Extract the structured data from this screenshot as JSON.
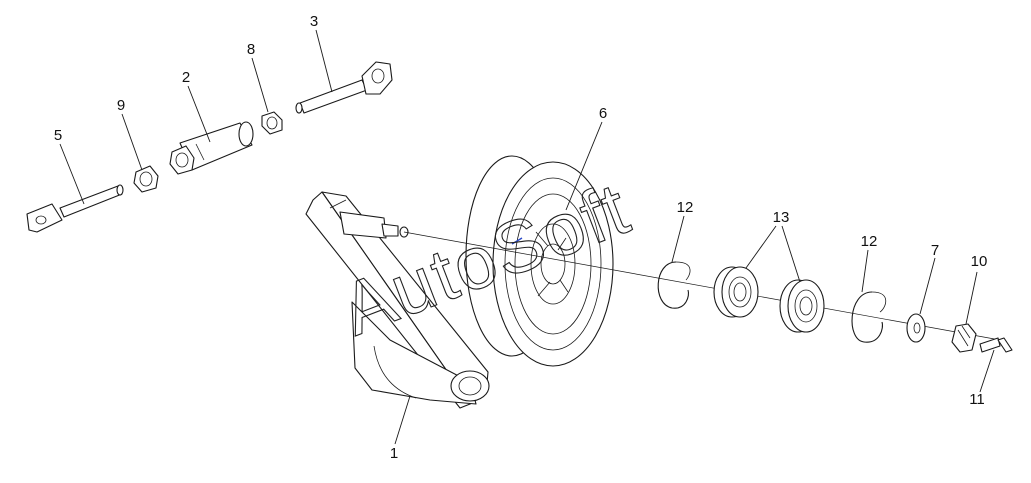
{
  "watermark": "AutoSoft",
  "callouts": {
    "c1": "1",
    "c2": "2",
    "c3": "3",
    "c5": "5",
    "c6": "6",
    "c7": "7",
    "c8": "8",
    "c9": "9",
    "c10": "10",
    "c11": "11",
    "c12a": "12",
    "c12b": "12",
    "c13": "13"
  }
}
